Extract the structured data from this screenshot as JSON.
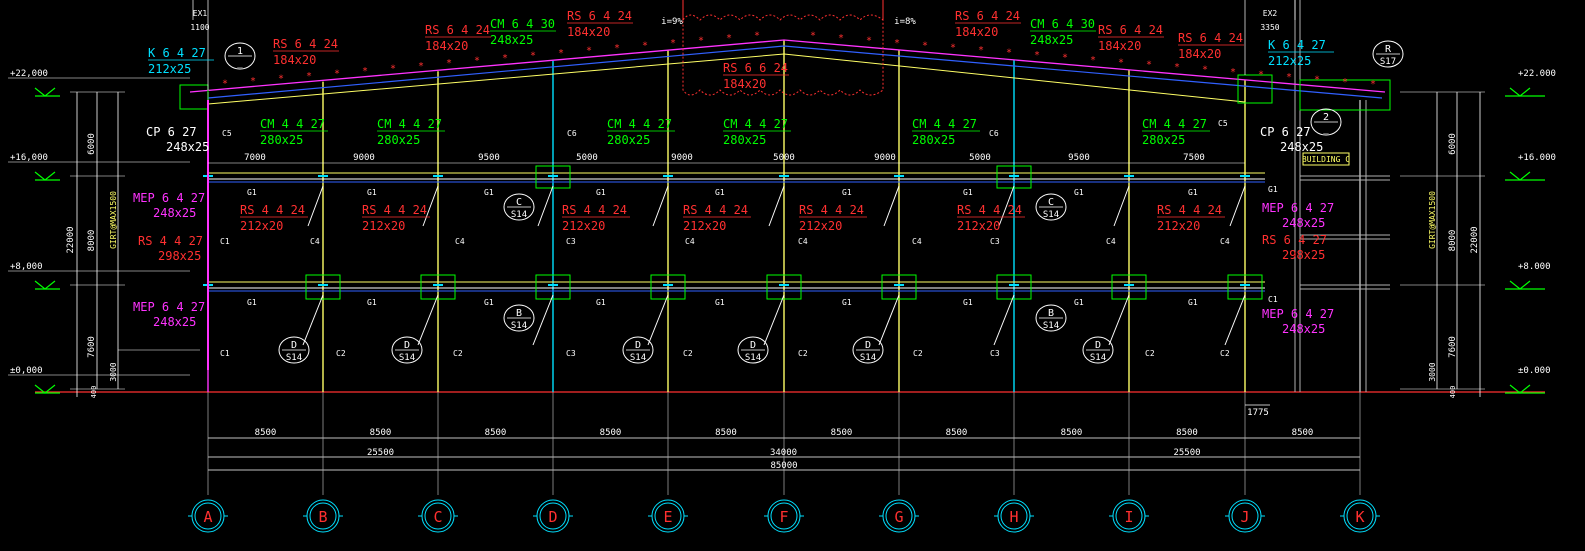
{
  "colors": {
    "background": "#000000",
    "white": "#ffffff",
    "yellow": "#ffff66",
    "red": "#ff3030",
    "green": "#00ff00",
    "cyan": "#00e0ff",
    "magenta": "#ff33ff",
    "blue": "#3060ff",
    "gray": "#b0b0b0",
    "gridline": "#9a9a9a"
  },
  "levels": [
    {
      "label": "+22,000",
      "label_right": "+22.000"
    },
    {
      "label": "+16,000",
      "label_right": "+16.000"
    },
    {
      "label": "+8,000",
      "label_right": "+8.000"
    },
    {
      "label": "±0,000",
      "label_right": "±0.000"
    }
  ],
  "vertical_dims_left": {
    "segments": [
      "6000",
      "8000",
      "7600"
    ],
    "total": "22000",
    "girt": "GIRT@MAX1500",
    "bottom": "3000",
    "base": "400"
  },
  "vertical_dims_right": {
    "segments": [
      "6000",
      "8000",
      "7600"
    ],
    "total": "22000",
    "girt": "GIRT@MAX1500",
    "bottom": "3000",
    "base": "400"
  },
  "grid_axes": [
    "A",
    "B",
    "C",
    "D",
    "E",
    "F",
    "G",
    "H",
    "I",
    "J",
    "K"
  ],
  "bay_dims": [
    "8500",
    "8500",
    "8500",
    "8500",
    "8500",
    "8500",
    "8500",
    "8500",
    "8500",
    "8500"
  ],
  "group_dims": [
    "25500",
    "34000",
    "25500"
  ],
  "overall_dim": "85000",
  "extension_left": {
    "name": "EX1",
    "value": "1100"
  },
  "extension_right": {
    "name": "EX2",
    "value": "3350"
  },
  "small_dim": "1775",
  "roof_slopes": [
    "i=9%",
    "i=8%"
  ],
  "roof_members": [
    {
      "mark": "K 6 4 27",
      "size": "212x25",
      "color": "cyan"
    },
    {
      "mark": "RS 6 4 24",
      "size": "184x20",
      "color": "red"
    },
    {
      "mark": "RS 6 4 24",
      "size": "184x20",
      "color": "red"
    },
    {
      "mark": "CM 6 4 30",
      "size": "248x25",
      "color": "green"
    },
    {
      "mark": "RS 6 4 24",
      "size": "184x20",
      "color": "red"
    },
    {
      "mark": "RS 6 6 24",
      "size": "184x20",
      "color": "red"
    },
    {
      "mark": "RS 6 4 24",
      "size": "184x20",
      "color": "red"
    },
    {
      "mark": "CM 6 4 30",
      "size": "248x25",
      "color": "green"
    },
    {
      "mark": "RS 6 4 24",
      "size": "184x20",
      "color": "red"
    },
    {
      "mark": "RS 6 4 24",
      "size": "184x20",
      "color": "red"
    },
    {
      "mark": "K 6 4 27",
      "size": "212x25",
      "color": "cyan"
    }
  ],
  "floor_members": [
    {
      "mark": "CM 4 4 27",
      "size": "280x25",
      "color": "green"
    },
    {
      "mark": "CM 4 4 27",
      "size": "280x25",
      "color": "green"
    },
    {
      "mark": "CM 4 4 27",
      "size": "280x25",
      "color": "green"
    },
    {
      "mark": "CM 4 4 27",
      "size": "280x25",
      "color": "green"
    },
    {
      "mark": "CM 4 4 27",
      "size": "280x25",
      "color": "green"
    },
    {
      "mark": "CM 4 4 27",
      "size": "280x25",
      "color": "green"
    }
  ],
  "rs_beams": [
    {
      "mark": "RS 4 4 24",
      "size": "212x20"
    },
    {
      "mark": "RS 4 4 24",
      "size": "212x20"
    },
    {
      "mark": "RS 4 4 24",
      "size": "212x20"
    },
    {
      "mark": "RS 4 4 24",
      "size": "212x20"
    },
    {
      "mark": "RS 4 4 24",
      "size": "212x20"
    },
    {
      "mark": "RS 4 4 24",
      "size": "212x20"
    },
    {
      "mark": "RS 4 4 24",
      "size": "212x20"
    }
  ],
  "side_members_left": [
    {
      "mark": "CP 6 27",
      "size": "248x25",
      "color": "white"
    },
    {
      "mark": "MEP 6 4 27",
      "size": "248x25",
      "color": "magenta"
    },
    {
      "mark": "RS 4 4 27",
      "size": "298x25",
      "color": "red"
    },
    {
      "mark": "MEP 6 4 27",
      "size": "248x25",
      "color": "magenta"
    }
  ],
  "side_members_right": [
    {
      "mark": "CP 6 27",
      "size": "248x25",
      "color": "white"
    },
    {
      "mark": "MEP 6 4 27",
      "size": "248x25",
      "color": "magenta"
    },
    {
      "mark": "RS 6 4 27",
      "size": "298x25",
      "color": "red"
    },
    {
      "mark": "MEP 6 4 27",
      "size": "248x25",
      "color": "magenta"
    }
  ],
  "span_dims_16000": [
    "7000",
    "9000",
    "9500",
    "5000",
    "9000",
    "5000",
    "9000",
    "5000",
    "9500",
    "7500"
  ],
  "column_tags": {
    "c5": "C5",
    "c6": "C6",
    "c1": "C1",
    "c2": "C2",
    "c3": "C3",
    "c4": "C4",
    "g1": "G1"
  },
  "detail_markers": [
    {
      "id": "1",
      "ref": "_",
      "at": "roof-left"
    },
    {
      "id": "2",
      "ref": "_",
      "at": "roof-right"
    },
    {
      "id": "R",
      "ref": "S17",
      "at": "roof-right-end"
    },
    {
      "id": "C",
      "ref": "S14"
    },
    {
      "id": "C",
      "ref": "S14"
    },
    {
      "id": "B",
      "ref": "S14"
    },
    {
      "id": "B",
      "ref": "S14"
    },
    {
      "id": "D",
      "ref": "S14"
    },
    {
      "id": "D",
      "ref": "S14"
    },
    {
      "id": "D",
      "ref": "S14"
    },
    {
      "id": "D",
      "ref": "S14"
    },
    {
      "id": "D",
      "ref": "S14"
    },
    {
      "id": "D",
      "ref": "S14"
    }
  ],
  "building_note": "BUILDING C"
}
